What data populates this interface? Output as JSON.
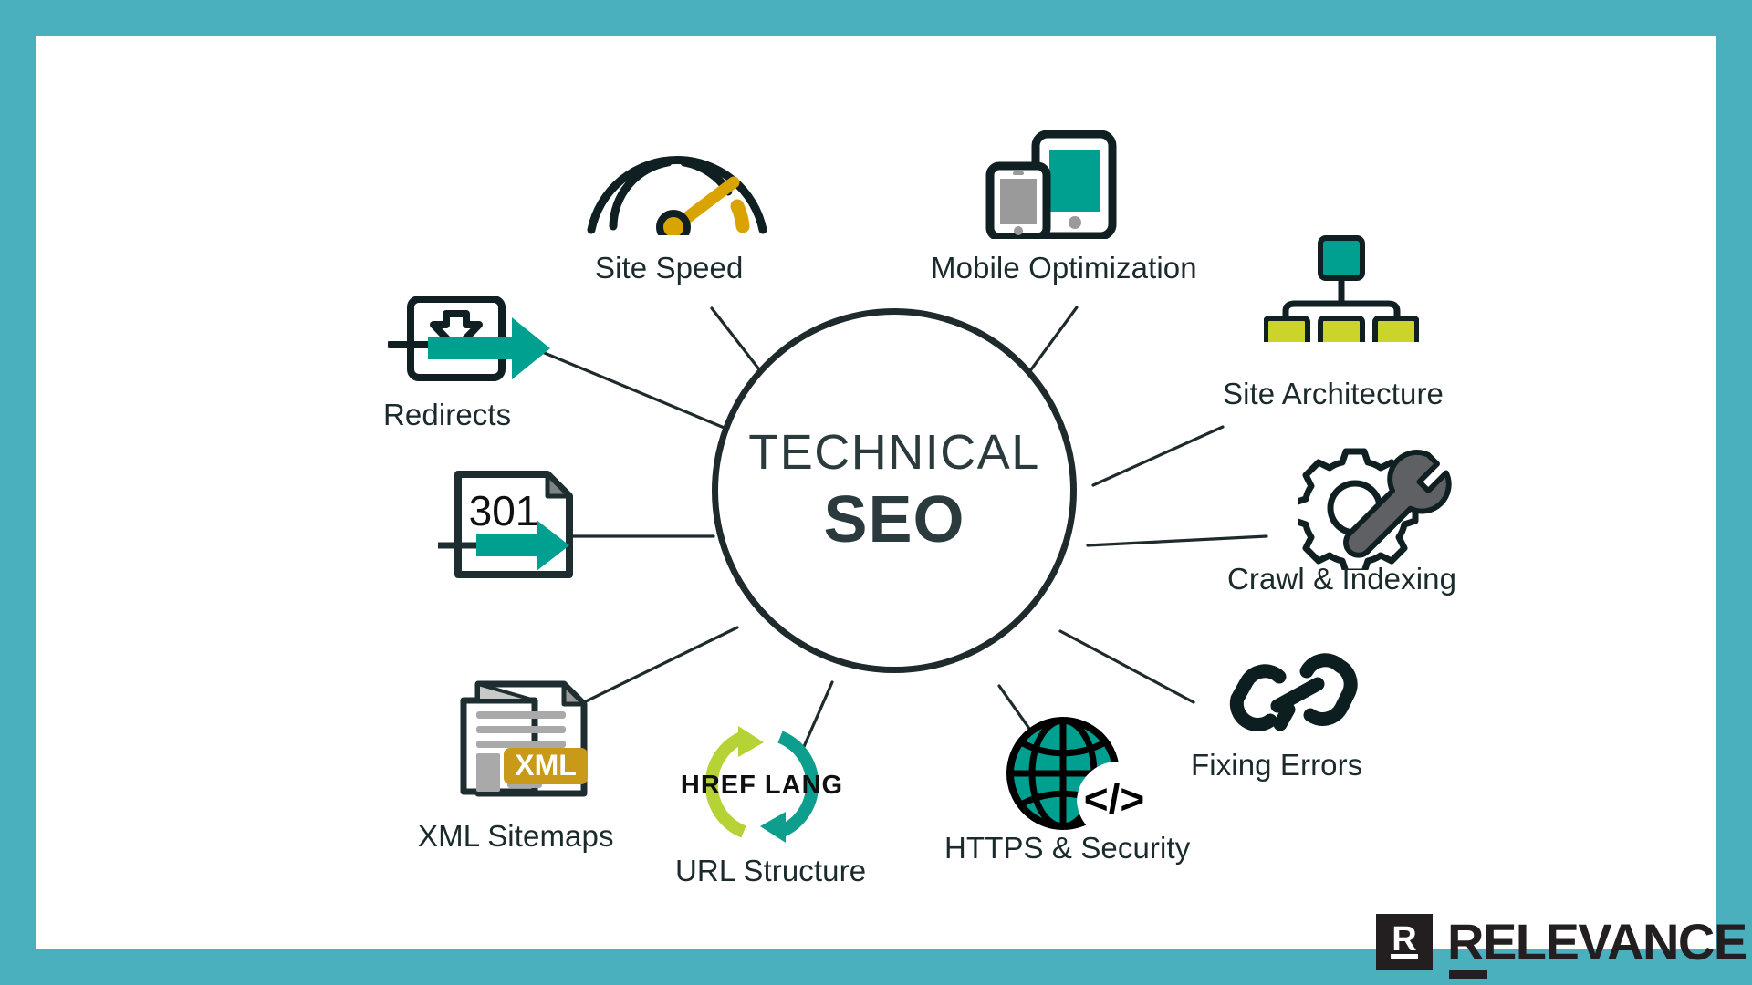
{
  "meta": {
    "kind": "hub-and-spoke infographic",
    "border_color": "#4BB0BE",
    "canvas_color": "#FFFFFF"
  },
  "hub": {
    "line1": "TECHNICAL",
    "line2": "SEO",
    "text_color": "#2B3A3C",
    "ring_color": "#1E2A2C"
  },
  "nodes": [
    {
      "id": "site-speed",
      "label": "Site Speed",
      "icon": "speedometer-gauge-icon"
    },
    {
      "id": "mobile-optimization",
      "label": "Mobile Optimization",
      "icon": "phone-tablet-icon"
    },
    {
      "id": "site-architecture",
      "label": "Site Architecture",
      "icon": "hierarchy-tree-icon"
    },
    {
      "id": "crawl-indexing",
      "label": "Crawl & Indexing",
      "icon": "gear-wrench-icon"
    },
    {
      "id": "fixing-errors",
      "label": "Fixing Errors",
      "icon": "broken-chain-link-icon"
    },
    {
      "id": "https-security",
      "label": "HTTPS & Security",
      "icon": "globe-code-icon"
    },
    {
      "id": "url-structure",
      "label": "URL Structure",
      "icon": "hreflang-cycle-icon",
      "icon_text": "HREF LANG"
    },
    {
      "id": "xml-sitemaps",
      "label": "XML Sitemaps",
      "icon": "xml-document-icon",
      "icon_text": "XML"
    },
    {
      "id": "redirect-301",
      "label": "",
      "icon": "document-301-arrow-icon",
      "icon_text": "301"
    },
    {
      "id": "redirects",
      "label": "Redirects",
      "icon": "redirect-arrow-box-icon"
    }
  ],
  "palette": {
    "teal": "#00A091",
    "teal_dark": "#059b8c",
    "olive": "#CBD42B",
    "lime": "#B5D334",
    "gold": "#C9991A",
    "amber": "#D9A400",
    "gray": "#9A9A9A",
    "gray_dark": "#5E6063",
    "ink": "#101F22"
  },
  "logo": {
    "mark_letter": "R",
    "wordmark": "RELEVANCE",
    "color": "#231F20"
  }
}
